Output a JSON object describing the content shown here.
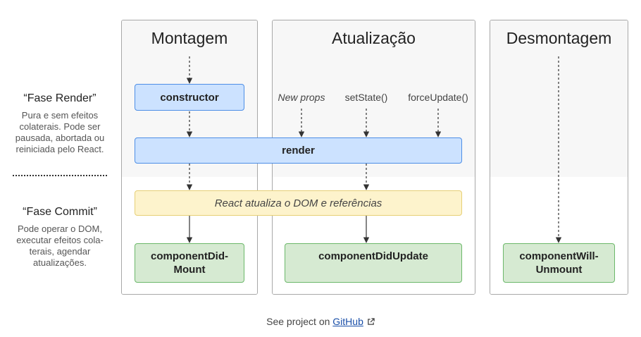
{
  "phases": {
    "render": {
      "title": "“Fase Render”",
      "description": [
        "Pura e sem efeitos",
        "colaterais. Pode ser",
        "pausada, abortada ou",
        "reiniciada pelo React."
      ]
    },
    "commit": {
      "title": "“Fase Commit”",
      "description": [
        "Pode operar o DOM,",
        "executar efeitos cola-",
        "terais, agendar",
        "atualizações."
      ]
    }
  },
  "columns": {
    "mounting": "Montagem",
    "updating": "Atualização",
    "unmounting": "Desmontagem"
  },
  "triggers": {
    "new_props": "New props",
    "set_state": "setState()",
    "force_update": "forceUpdate()"
  },
  "boxes": {
    "constructor": "constructor",
    "render": "render",
    "dom_update": "React atualiza o DOM e referências",
    "did_mount": [
      "componentDid-",
      "Mount"
    ],
    "did_update": "componentDidUpdate",
    "will_unmount": [
      "componentWill-",
      "Unmount"
    ]
  },
  "footer": {
    "prefix": "See project on ",
    "link": "GitHub",
    "icon": "external-link-icon"
  },
  "colors": {
    "render_box": "#cce2ff",
    "dom_box": "#fdf3cc",
    "commit_box": "#d6ead2",
    "link": "#1a4fa8"
  }
}
